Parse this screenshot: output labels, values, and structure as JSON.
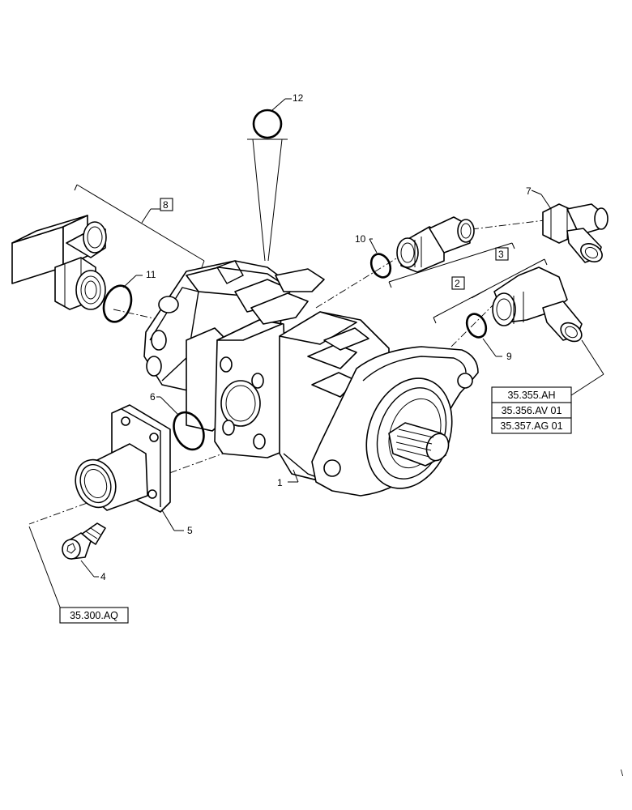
{
  "callouts": {
    "c1": "1",
    "c2": "2",
    "c3": "3",
    "c4": "4",
    "c5": "5",
    "c6": "6",
    "c7": "7",
    "c8": "8",
    "c9": "9",
    "c10": "10",
    "c11": "11",
    "c12": "12"
  },
  "refs": {
    "r1": "35.355.AH",
    "r2": "35.356.AV 01",
    "r3": "35.357.AG 01",
    "r4": "35.300.AQ"
  },
  "corner_mark": "\\"
}
